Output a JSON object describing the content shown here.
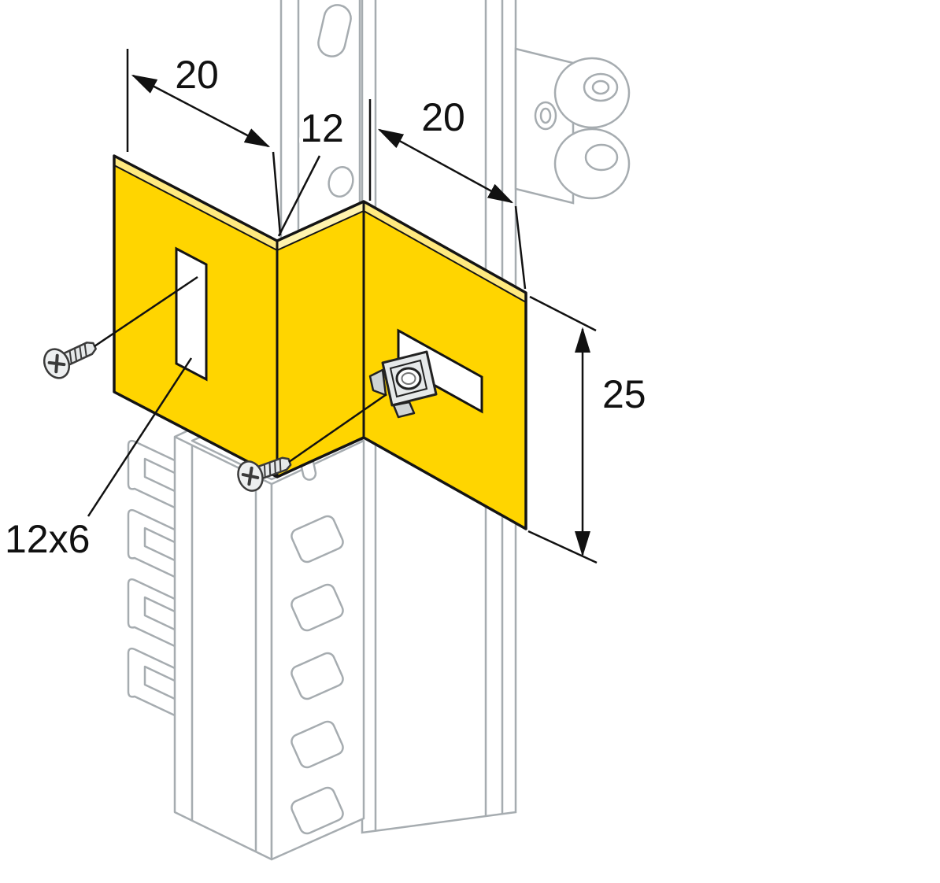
{
  "diagram": {
    "kind": "technical assembly drawing of a Z-shaped mounting bracket on a rack rail",
    "labels": {
      "width_left": "20",
      "web_width": "12",
      "width_right": "20",
      "height": "25",
      "slot_size": "12x6"
    },
    "colors": {
      "bracket_yellow": "#FFD500",
      "bracket_edge_light": "#FFEA80",
      "bracket_edge_lighter": "#FFF3AE",
      "line_art_gray": "#A6ACB0",
      "dimension_black": "#111111",
      "hardware_fill": "#E6E9EA"
    }
  }
}
